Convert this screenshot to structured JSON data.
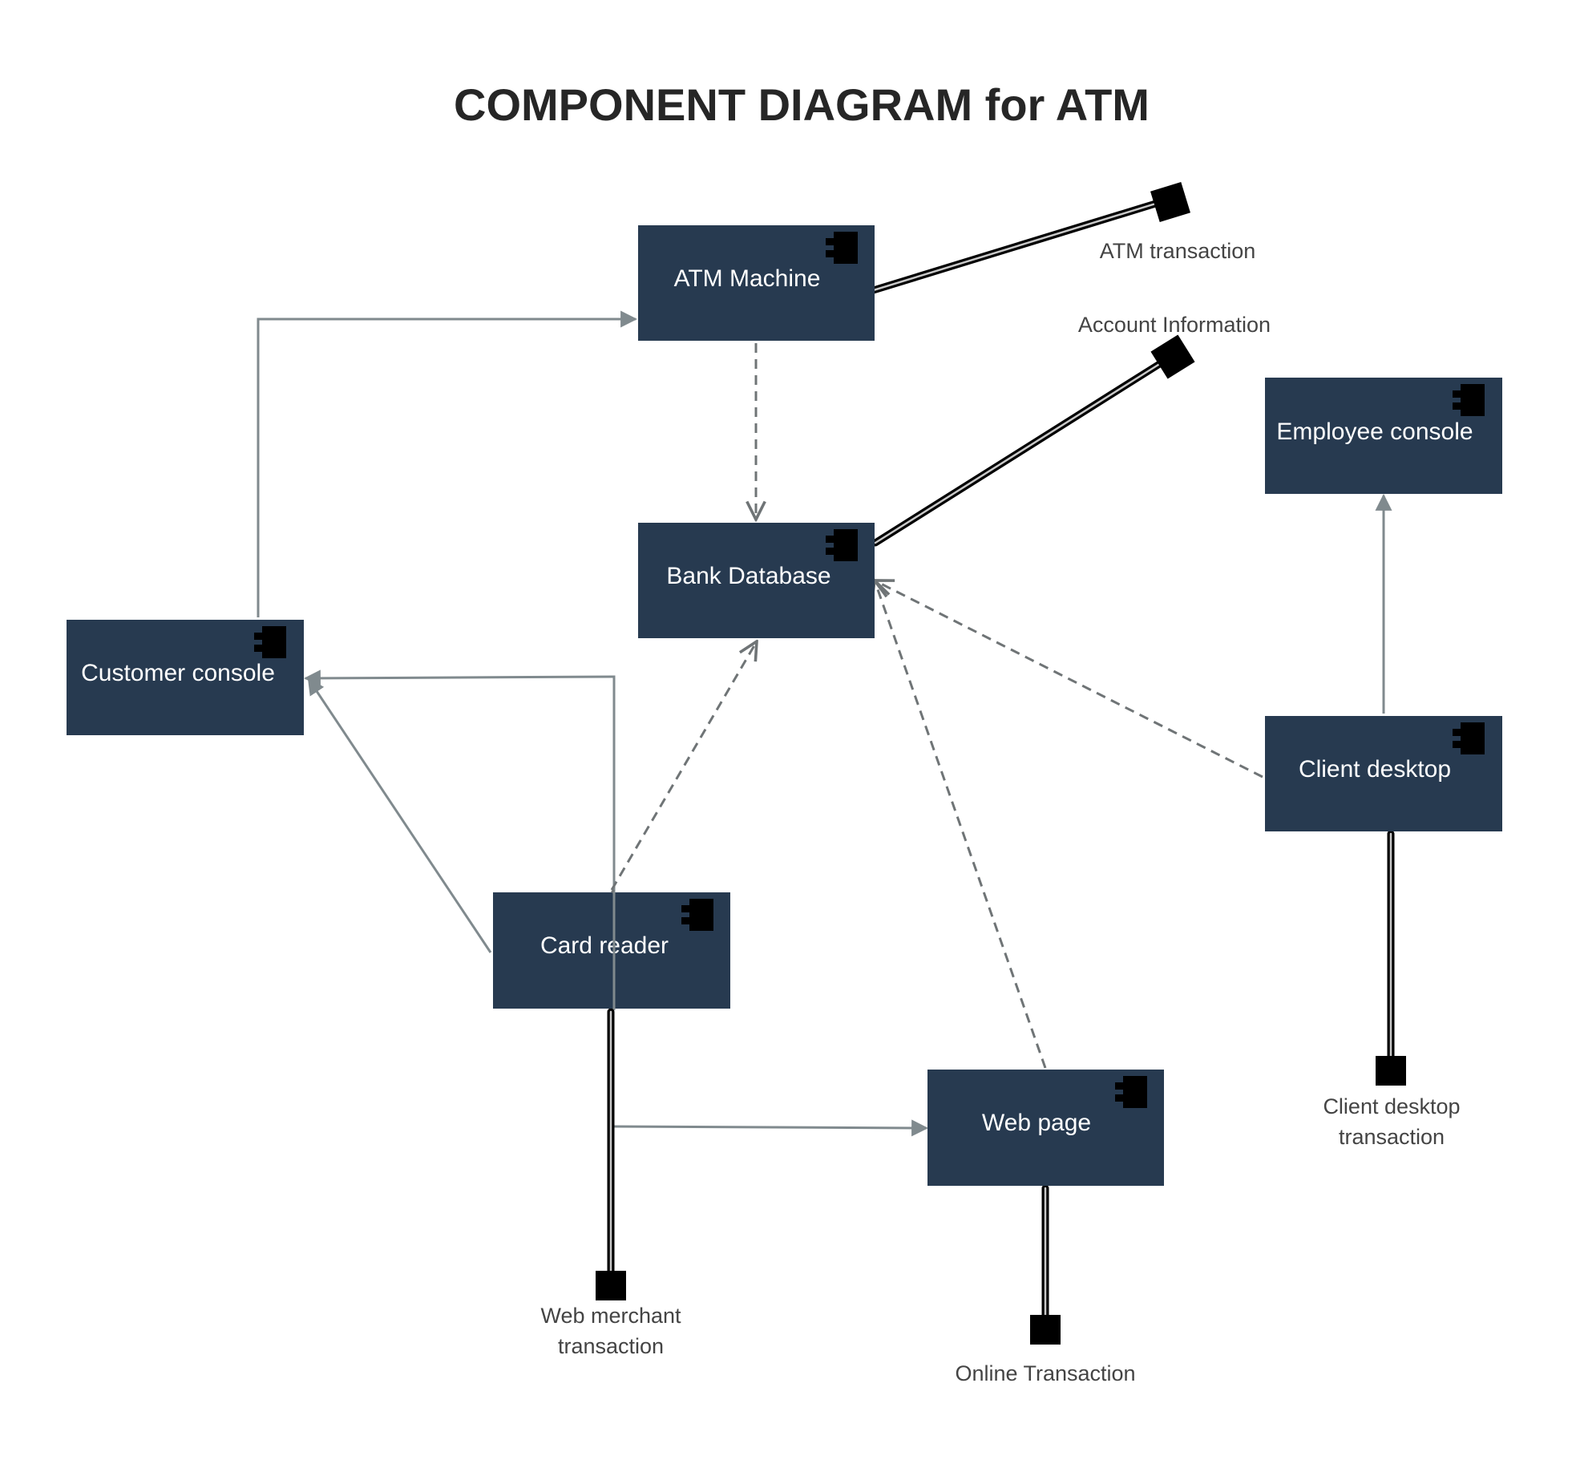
{
  "title": "COMPONENT DIAGRAM for ATM",
  "components": {
    "atm_machine": "ATM Machine",
    "bank_database": "Bank Database",
    "customer_console": "Customer console",
    "card_reader": "Card reader",
    "web_page": "Web page",
    "employee_console": "Employee console",
    "client_desktop": "Client desktop"
  },
  "interfaces": {
    "atm_transaction": "ATM transaction",
    "account_information": "Account Information",
    "web_merchant_line1": "Web merchant",
    "web_merchant_line2": "transaction",
    "online_transaction": "Online Transaction",
    "client_desktop_line1": "Client desktop",
    "client_desktop_line2": "transaction"
  },
  "colors": {
    "component_fill": "#273a50",
    "component_text": "#ffffff",
    "solid_connector": "#808a8e",
    "dependency_connector": "#6f7476",
    "interface": "#000000"
  },
  "icon": "component-icon"
}
